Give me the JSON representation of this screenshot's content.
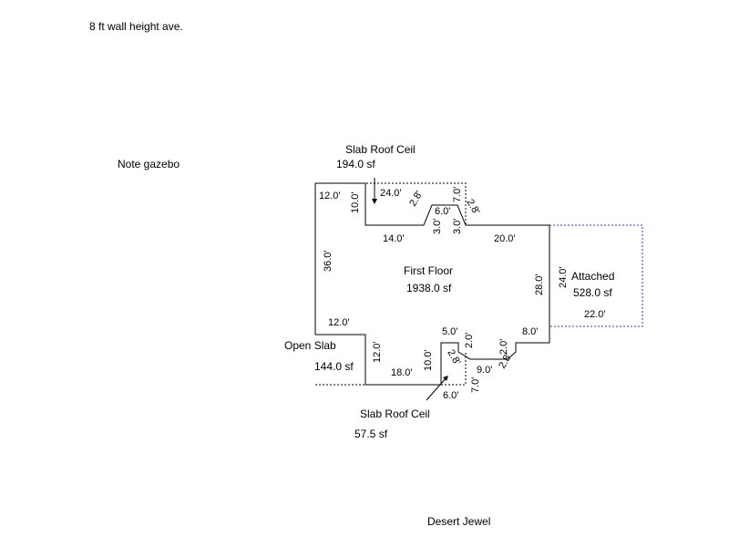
{
  "notes": {
    "wall_height": "8 ft wall height ave.",
    "gazebo": "Note gazebo",
    "footer": "Desert Jewel"
  },
  "colors": {
    "outline": "#000000",
    "attached_outline": "#3333cc",
    "background": "#ffffff"
  },
  "areas": {
    "first_floor": {
      "name": "First Floor",
      "area": "1938.0 sf"
    },
    "attached": {
      "name": "Attached",
      "area": "528.0 sf"
    },
    "slab_roof_top": {
      "name": "Slab Roof Ceil",
      "area": "194.0 sf"
    },
    "open_slab": {
      "name": "Open Slab",
      "area": "144.0 sf"
    },
    "slab_roof_bottom": {
      "name": "Slab Roof Ceil",
      "area": "57.5 sf"
    }
  },
  "dimensions": {
    "d12_0_top": "12.0'",
    "d10_0_top": "10.0'",
    "d24_0_top": "24.0'",
    "d2_8_a": "2.8'",
    "d6_0_top": "6.0'",
    "d7_0_top": "7.0'",
    "d2_8_b": "2.8'",
    "d3_0_a": "3.0'",
    "d3_0_b": "3.0'",
    "d14_0": "14.0'",
    "d20_0": "20.0'",
    "d36_0": "36.0'",
    "d28_0": "28.0'",
    "d24_0_att": "24.0'",
    "d22_0_att": "22.0'",
    "d12_0_mid": "12.0'",
    "d5_0": "5.0'",
    "d2_0_a": "2.0'",
    "d8_0": "8.0'",
    "d2_0_b": "2.0'",
    "d12_0_low": "12.0'",
    "d18_0": "18.0'",
    "d10_0_low": "10.0'",
    "d2_8_c": "2.8'",
    "d9_0": "9.0'",
    "d2_8_d": "2.8'",
    "d7_0_low": "7.0'",
    "d6_0_low": "6.0'"
  }
}
